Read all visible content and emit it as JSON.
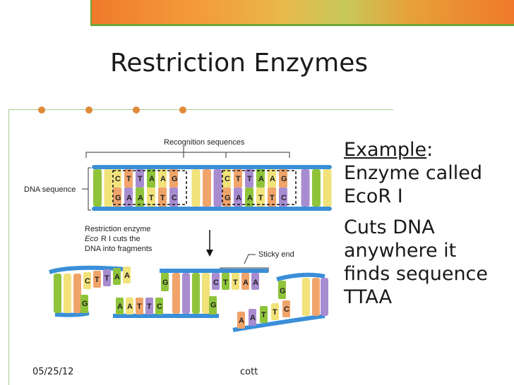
{
  "slide": {
    "title": "Restriction Enzymes",
    "footer_date": "05/25/12",
    "footer_author": "cott"
  },
  "text": {
    "example_word": "Example",
    "example_colon": ":",
    "line2": "Enzyme called",
    "line3": "EcoR I",
    "para2": [
      "Cuts DNA",
      "anywhere it",
      "finds sequence",
      "TTAA"
    ]
  },
  "diagram": {
    "recognition_label": "Recognition sequences",
    "dna_label": "DNA sequence",
    "enzyme_label_1": "Restriction enzyme",
    "enzyme_label_eco": "Eco",
    "enzyme_label_2": "R I cuts the",
    "enzyme_label_3": "DNA into fragments",
    "sticky_label": "Sticky end",
    "top_strand": [
      "C",
      "T",
      "T",
      "A",
      "A",
      "G"
    ],
    "bottom_strand": [
      "G",
      "A",
      "A",
      "T",
      "T",
      "C"
    ],
    "frag_left_top": [
      "C",
      "T",
      "T",
      "A",
      "A"
    ],
    "frag_left_bottom": "G",
    "frag_mid_top_left": "G",
    "frag_mid_bottom": [
      "A",
      "A",
      "T",
      "T",
      "C"
    ],
    "frag_mid_top_right": [
      "C",
      "T",
      "T",
      "A",
      "A"
    ],
    "frag_mid_bottom_right": "G",
    "frag_right_top": "G",
    "frag_right_bottom": [
      "A",
      "A",
      "T",
      "T",
      "C"
    ]
  },
  "colors": {
    "accent_orange": "#e08a3a",
    "accent_green": "#6fa53a",
    "backbone": "#3a8fd8",
    "base_green": "#8fc43a",
    "base_yellow": "#f2e27a",
    "base_orange": "#f0a46a",
    "base_purple": "#a88cd0"
  }
}
